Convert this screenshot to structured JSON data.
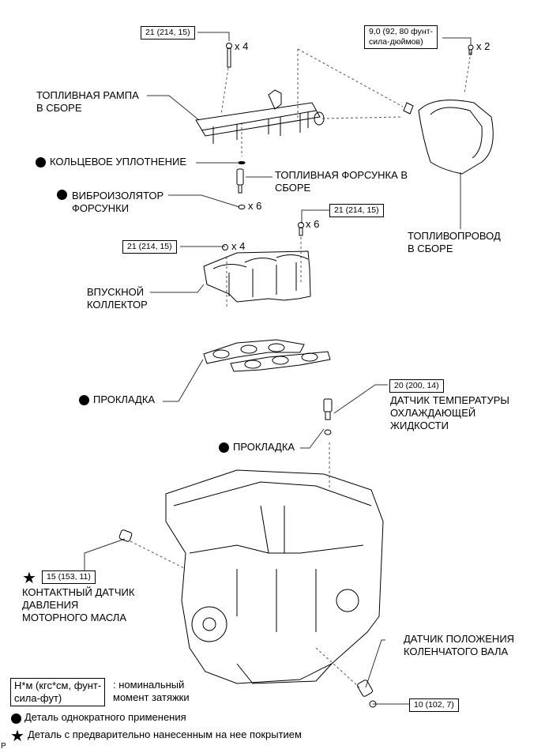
{
  "parts": {
    "fuel_rail": "ТОПЛИВНАЯ РАМПА\nВ СБОРЕ",
    "o_ring": "КОЛЬЦЕВОЕ УПЛОТНЕНИЕ",
    "fuel_injector": "ТОПЛИВНАЯ ФОРСУНКА В\nСБОРЕ",
    "injector_vibration_insulator": "ВИБРОИЗОЛЯТОР\nФОРСУНКИ",
    "fuel_pipe": "ТОПЛИВОПРОВОД\nВ СБОРЕ",
    "intake_manifold": "ВПУСКНОЙ\nКОЛЛЕКТОР",
    "gasket_manifold": "ПРОКЛАДКА",
    "coolant_temp_sensor": "ДАТЧИК ТЕМПЕРАТУРЫ\nОХЛАЖДАЮЩЕЙ\nЖИДКОСТИ",
    "gasket_sensor": "ПРОКЛАДКА",
    "oil_pressure_switch": "КОНТАКТНЫЙ ДАТЧИК\nДАВЛЕНИЯ\nМОТОРНОГО МАСЛА",
    "crank_position_sensor": "ДАТЧИК ПОЛОЖЕНИЯ\nКОЛЕНЧАТОГО ВАЛА"
  },
  "torques": {
    "fuel_rail_bolt": "21 (214, 15)",
    "fuel_pipe_bolt": "9,0 (92, 80 фунт-\nсила-дюймов)",
    "manifold_bolt": "21 (214, 15)",
    "manifold_nut": "21 (214, 15)",
    "coolant_sensor": "20 (200, 14)",
    "oil_switch": "15 (153, 11)",
    "crank_sensor_bolt": "10 (102, 7)"
  },
  "quantities": {
    "fuel_rail_bolt": "x 4",
    "fuel_pipe_bolt": "x 2",
    "insulator": "x 6",
    "manifold_bolt": "x 6",
    "manifold_nut": "x 4"
  },
  "legend": {
    "unit_box": "Н*м (кгс*см, фунт-\nсила-фут)",
    "unit_desc": ": номинальный\nмомент затяжки",
    "non_reusable": "Деталь однократного применения",
    "precoated": "Деталь с предварительно нанесенным на нее покрытием"
  },
  "corner_mark": "P"
}
